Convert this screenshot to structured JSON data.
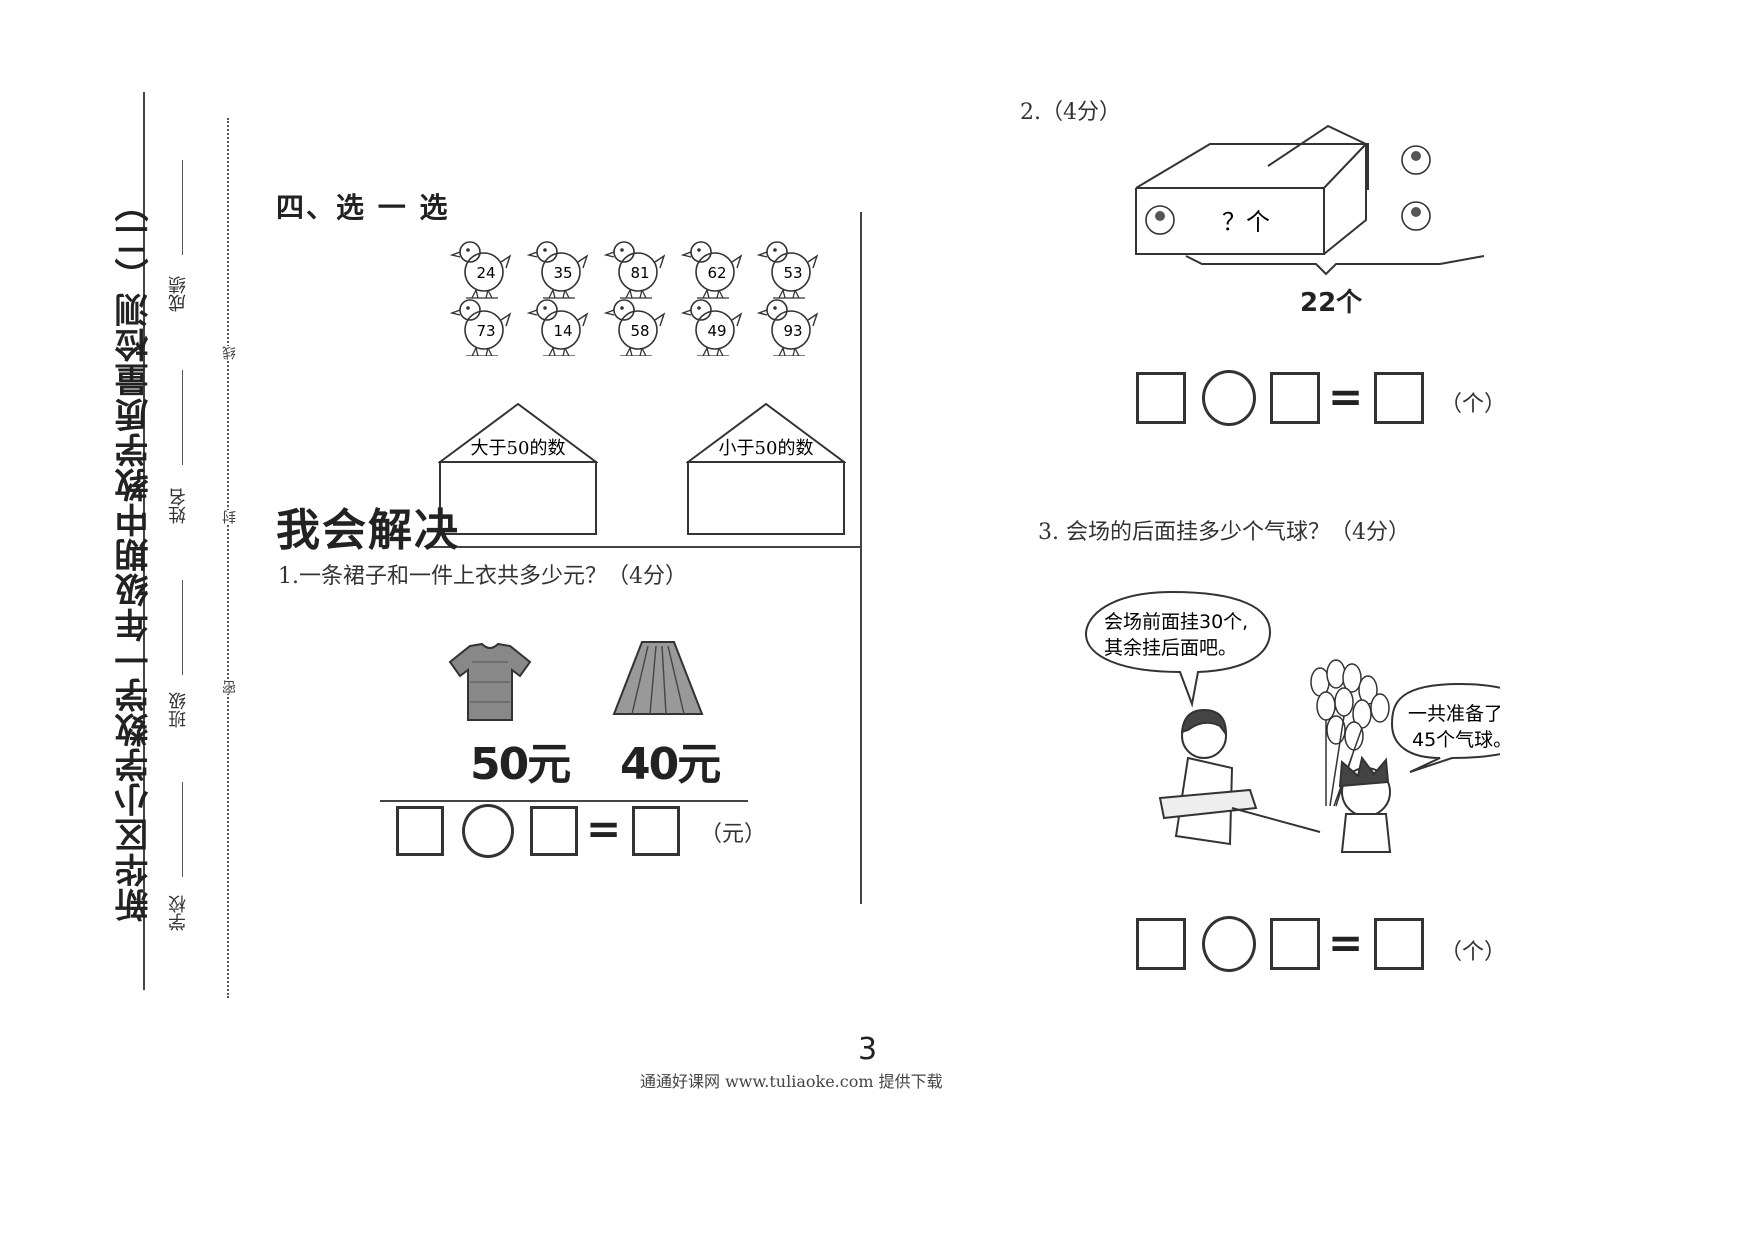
{
  "header": {
    "title": "新华区小学数学一年级期中教学质量检测（二）",
    "fields": {
      "score": "成绩",
      "name": "姓名",
      "class": "班级",
      "school": "学校"
    },
    "seal_marks": {
      "line": "线",
      "seal": "封",
      "close": "密"
    }
  },
  "section4": {
    "title": "四、选 一 选",
    "chick_numbers": [
      24,
      35,
      81,
      62,
      53,
      73,
      14,
      58,
      49,
      93
    ],
    "house_left_label": "大于50的数",
    "house_right_label": "小于50的数"
  },
  "problems": {
    "heading": "我会解决",
    "p1": {
      "question": "1.一条裙子和一件上衣共多少元？（4分）",
      "shirt_price": "50元",
      "skirt_price": "40元",
      "unit": "（元）"
    },
    "p2": {
      "question": "2.（4分）",
      "box_label": "？个",
      "total_label": "22个",
      "unit": "（个）"
    },
    "p3": {
      "question": "3. 会场的后面挂多少个气球？（4分）",
      "bubble_left_line1": "会场前面挂30个,",
      "bubble_left_line2": "其余挂后面吧。",
      "bubble_right_line1": "一共准备了",
      "bubble_right_line2": "45个气球。",
      "unit": "（个）"
    },
    "equals": "="
  },
  "footer": {
    "page_number": "3",
    "source": "通通好课网 www.tuliaoke.com 提供下载"
  }
}
